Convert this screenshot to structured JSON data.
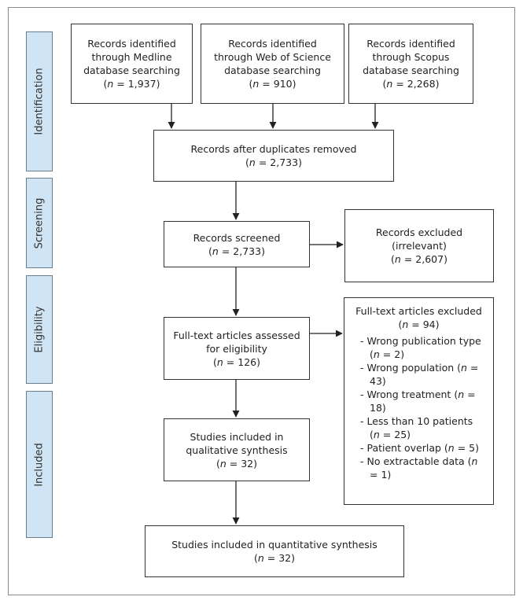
{
  "stages": {
    "identification": "Identification",
    "screening": "Screening",
    "eligibility": "Eligibility",
    "included": "Included"
  },
  "n_prefix": "n",
  "medline": {
    "line1": "Records identified",
    "line2": "through Medline",
    "line3": "database searching",
    "n": "1,937"
  },
  "wos": {
    "line1": "Records identified",
    "line2": "through Web of Science",
    "line3": "database searching",
    "n": "910"
  },
  "scopus": {
    "line1": "Records identified",
    "line2": "through Scopus",
    "line3": "database searching",
    "n": "2,268"
  },
  "duplicates": {
    "line1": "Records after duplicates removed",
    "n": "2,733"
  },
  "screened": {
    "line1": "Records screened",
    "n": "2,733"
  },
  "excluded": {
    "line1": "Records excluded",
    "line2": "(irrelevant)",
    "n": "2,607"
  },
  "fulltext": {
    "line1": "Full-text articles assessed",
    "line2": "for eligibility",
    "n": "126"
  },
  "fulltext_excluded": {
    "title": "Full-text articles excluded",
    "n": "94",
    "reasons": [
      {
        "label": "Wrong publication type",
        "n": "2"
      },
      {
        "label": "Wrong population",
        "n": "43"
      },
      {
        "label": "Wrong treatment",
        "n": "18"
      },
      {
        "label": "Less than 10 patients",
        "n": "25"
      },
      {
        "label": "Patient overlap",
        "n": "5"
      },
      {
        "label": "No extractable data",
        "n": "1"
      }
    ]
  },
  "qualitative": {
    "line1": "Studies included in",
    "line2": "qualitative synthesis",
    "n": "32"
  },
  "quantitative": {
    "line1": "Studies included in quantitative synthesis",
    "n": "32"
  },
  "colors": {
    "stage_fill": "#cfe4f5",
    "border": "#333333"
  }
}
